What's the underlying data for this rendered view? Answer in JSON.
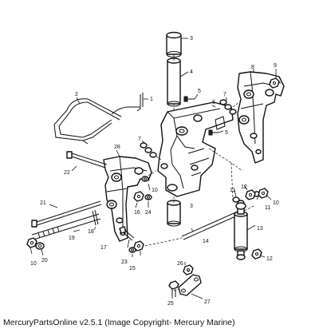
{
  "diagram": {
    "caption": "MercuryPartsOnline v2.5.1 (Image Copyright- Mercury Marine)",
    "callouts": [
      "1",
      "2",
      "3",
      "4",
      "5",
      "6",
      "7",
      "8",
      "9",
      "10",
      "11",
      "12",
      "13",
      "14",
      "15",
      "16",
      "17",
      "18",
      "19",
      "20",
      "21",
      "22",
      "23",
      "24",
      "25",
      "26",
      "27",
      "28"
    ]
  }
}
